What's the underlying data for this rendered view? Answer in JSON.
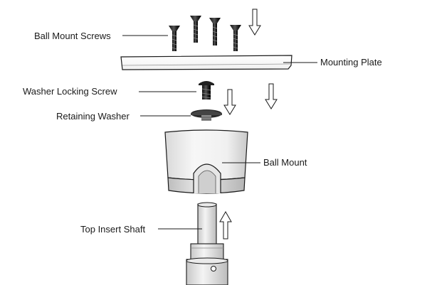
{
  "labels": {
    "ball_mount_screws": "Ball Mount Screws",
    "mounting_plate": "Mounting Plate",
    "washer_locking_screw": "Washer Locking Screw",
    "retaining_washer": "Retaining Washer",
    "ball_mount": "Ball Mount",
    "top_insert_shaft": "Top Insert Shaft"
  },
  "arrows": [
    {
      "name": "arrow-screws",
      "direction": "down"
    },
    {
      "name": "arrow-washer",
      "direction": "down"
    },
    {
      "name": "arrow-mount",
      "direction": "down"
    },
    {
      "name": "arrow-shaft",
      "direction": "up"
    }
  ]
}
